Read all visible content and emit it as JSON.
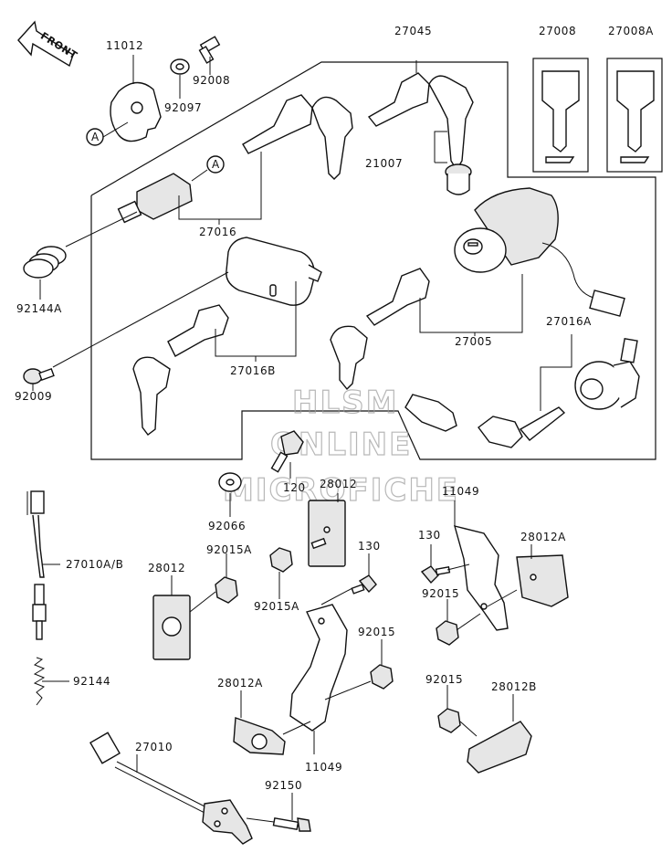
{
  "front_arrow": {
    "label": "FRONT"
  },
  "ref_marker": "A",
  "watermark": {
    "line1": "HLSM",
    "line2": "ONLINE",
    "line3": "MICROFICHE"
  },
  "parts": {
    "p11012": "11012",
    "p92008": "92008",
    "p92097": "92097",
    "p27045": "27045",
    "p27008": "27008",
    "p27008A": "27008A",
    "p21007": "21007",
    "p27016": "27016",
    "p92144A": "92144A",
    "p27016B": "27016B",
    "p27005": "27005",
    "p27016A": "27016A",
    "p92009": "92009",
    "p120": "120",
    "p28012_top": "28012",
    "p11049_top": "11049",
    "p92066": "92066",
    "p27010AB": "27010A/B",
    "p92015A_a": "92015A",
    "p130_mid": "130",
    "p130_right": "130",
    "p28012A_right": "28012A",
    "p28012_left": "28012",
    "p92015A_b": "92015A",
    "p92015_right": "92015",
    "p92144": "92144",
    "p92015_mid": "92015",
    "p28012A_left": "28012A",
    "p92015_low": "92015",
    "p28012B": "28012B",
    "p27010": "27010",
    "p11049_bottom": "11049",
    "p92150": "92150"
  }
}
